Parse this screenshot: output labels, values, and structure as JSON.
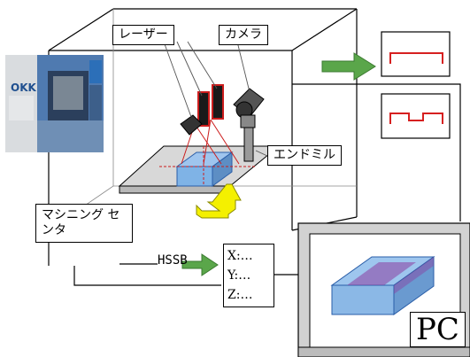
{
  "labels": {
    "laser": "レーザー",
    "camera": "カメラ",
    "endmill": "エンドミル",
    "machining_center": "マシニング センタ",
    "hssb": "HSSB",
    "pc": "PC"
  },
  "photo_text": "OKK",
  "coords": [
    "X:…",
    "Y:…",
    "Z:…"
  ],
  "colors": {
    "arrow_green": "#5aa64a",
    "arrow_yellow": "#f4f000",
    "laser_red": "#cc1d1d",
    "profile_red": "#d62020",
    "workpiece_blue": "#7fb3e6",
    "machine_blue": "#5d8ec4"
  }
}
